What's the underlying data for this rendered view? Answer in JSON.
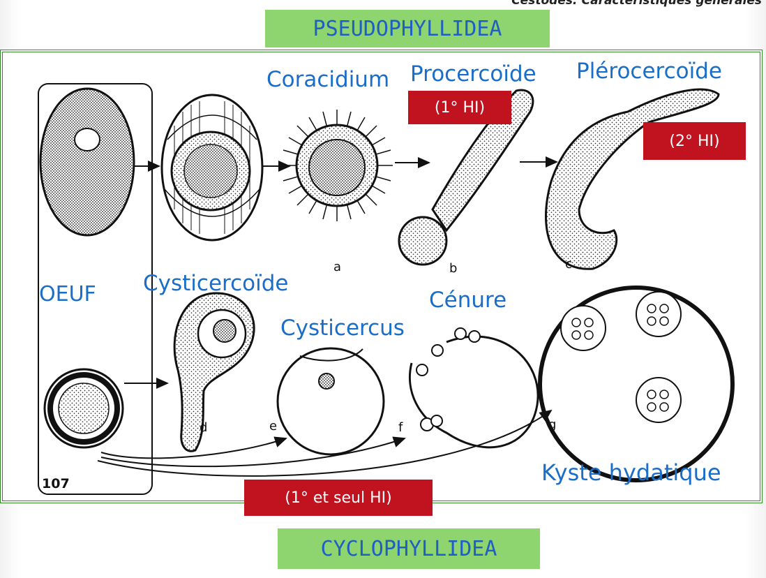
{
  "header": {
    "text": "Cestodes: Caractéristiques générales"
  },
  "orders": {
    "top": "PSEUDOPHYLLIDEA",
    "bottom": "CYCLOPHYLLIDEA"
  },
  "stages": {
    "oeuf": "OEUF",
    "coracidium": "Coracidium",
    "procercoide": "Procercoïde",
    "plerocercoide": "Plérocercoïde",
    "cysticercoide": "Cysticercoïde",
    "cysticercus": "Cysticercus",
    "cenure": "Cénure",
    "kyste": "Kyste hydatique"
  },
  "hosts": {
    "first": "(1° HI)",
    "second": "(2° HI)",
    "only": "(1° et seul HI)"
  },
  "letters": {
    "a": "a",
    "b": "b",
    "c": "c",
    "d": "d",
    "e": "e",
    "f": "f",
    "g": "g"
  },
  "figure_number": "107",
  "colors": {
    "label_blue": "#1a6ec9",
    "order_box_green": "#8ed46f",
    "host_box_red": "#c1121f",
    "frame_green": "#2f8a25"
  }
}
